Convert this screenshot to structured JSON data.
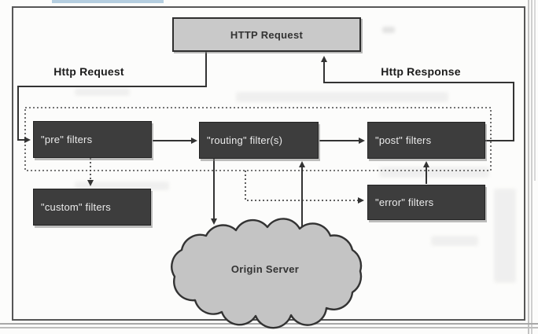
{
  "diagram": {
    "title_box": {
      "label": "HTTP Request"
    },
    "flow_labels": {
      "request": "Http Request",
      "response": "Http Response"
    },
    "nodes": {
      "pre": {
        "label": "\"pre\" filters"
      },
      "routing": {
        "label": "\"routing\" filter(s)"
      },
      "post": {
        "label": "\"post\" filters"
      },
      "custom": {
        "label": "\"custom\" filters"
      },
      "error": {
        "label": "\"error\" filters"
      },
      "origin": {
        "label": "Origin Server"
      }
    },
    "edges": [
      {
        "from": "HTTP Request",
        "to": "pre filters",
        "label": "Http Request",
        "style": "solid"
      },
      {
        "from": "pre filters",
        "to": "routing filter(s)",
        "style": "solid"
      },
      {
        "from": "routing filter(s)",
        "to": "post filters",
        "style": "solid"
      },
      {
        "from": "routing filter(s)",
        "to": "Origin Server",
        "style": "solid"
      },
      {
        "from": "Origin Server",
        "to": "routing filter(s)",
        "style": "solid"
      },
      {
        "from": "post filters",
        "to": "HTTP Request",
        "label": "Http Response",
        "style": "solid"
      },
      {
        "from": "pre filters",
        "to": "custom filters",
        "style": "dotted"
      },
      {
        "from": "filter container",
        "to": "error filters",
        "style": "dotted"
      },
      {
        "from": "error filters",
        "to": "post filters",
        "style": "solid"
      }
    ],
    "colors": {
      "title_box_fill": "#c9c9c9",
      "node_fill": "#3d3d3d",
      "node_text": "#ebebeb",
      "cloud_fill": "#c4c4c4",
      "line": "#333333",
      "frame": "#565656",
      "artifact_blue": "#b5cee0"
    }
  }
}
